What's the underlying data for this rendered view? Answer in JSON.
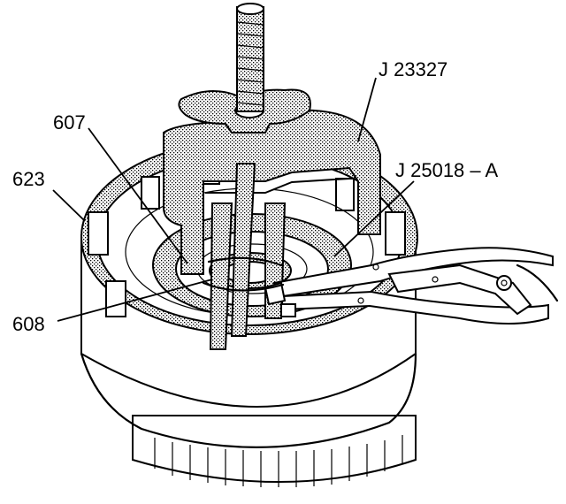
{
  "callouts": {
    "tool_j23327": "J 23327",
    "tool_j25018a": "J 25018 – A",
    "part_607": "607",
    "part_623": "623",
    "part_608": "608"
  },
  "colors": {
    "ink": "#000000",
    "background": "#ffffff",
    "shade": "#d8d8d8"
  }
}
